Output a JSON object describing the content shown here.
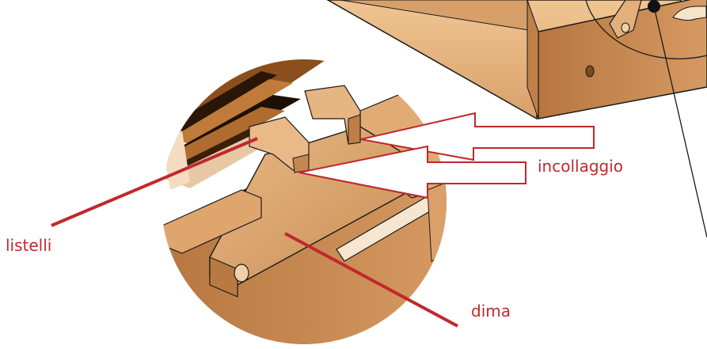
{
  "labels": {
    "listelli": "listelli",
    "incollaggio": "incollaggio",
    "dima": "dima"
  },
  "colors": {
    "annotation": "#c0282d",
    "wood_light": "#e2b07c",
    "wood_mid": "#c98d55",
    "wood_dark": "#a8692f",
    "outline": "#1a1a1a"
  }
}
